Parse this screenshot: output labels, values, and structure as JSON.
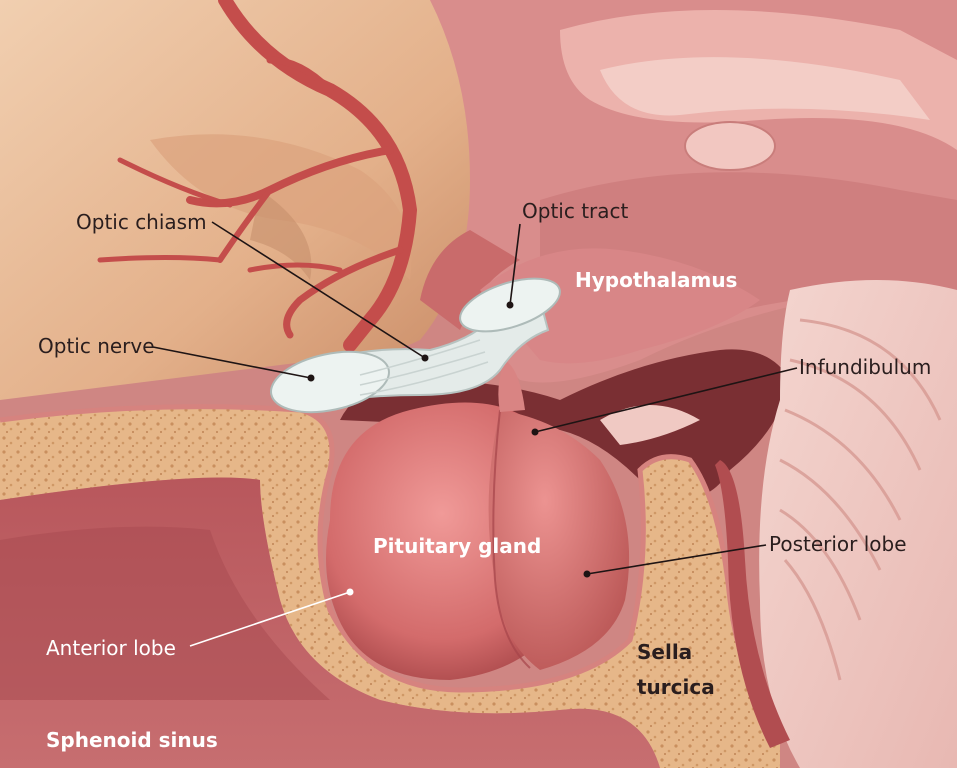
{
  "labels": {
    "optic_chiasm": "Optic chiasm",
    "optic_tract": "Optic tract",
    "optic_nerve": "Optic nerve",
    "hypothalamus": "Hypothalamus",
    "infundibulum": "Infundibulum",
    "pituitary_gland": "Pituitary gland",
    "posterior_lobe": "Posterior lobe",
    "anterior_lobe": "Anterior lobe",
    "sella_turcica_line1": "Sella",
    "sella_turcica_line2": "turcica",
    "sphenoid_sinus": "Sphenoid sinus"
  },
  "colors": {
    "brain_tan": "#e9bb98",
    "tissue_pink": "#d88a88",
    "bone": "#e8b98a",
    "gland": "#d46e6e",
    "artery": "#c9504c",
    "nerve": "#e4ebe9",
    "dark_cavity": "#7a2f33"
  }
}
